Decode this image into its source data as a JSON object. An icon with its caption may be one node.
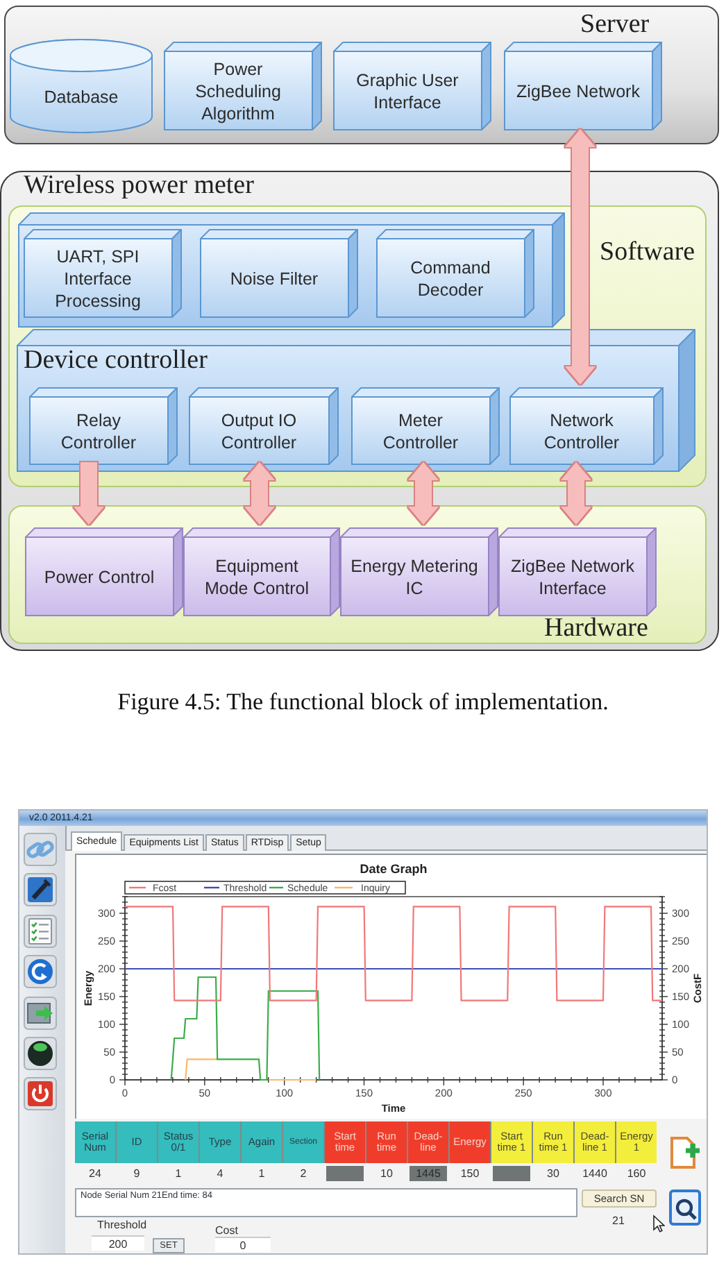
{
  "diagram": {
    "caption": "Figure 4.5: The functional block of implementation.",
    "nodes": [
      {
        "text": [
          "Server"
        ]
      },
      {
        "text": [
          "Database"
        ],
        "in": 0
      },
      {
        "text": [
          "Power Scheduling Algorithm"
        ],
        "in": 0
      },
      {
        "text": [
          "Graphic User Interface"
        ],
        "in": 0
      },
      {
        "text": [
          "ZigBee Network"
        ],
        "in": 0
      },
      {
        "text": [
          "Wireless power meter"
        ]
      },
      {
        "text": [
          "Software"
        ],
        "in": 5
      },
      {
        "text": [],
        "shape": "box",
        "in": 6
      },
      {
        "text": [
          "UART, SPI Interface Processing"
        ],
        "in": 7
      },
      {
        "text": [
          "Noise Filter"
        ],
        "in": 7
      },
      {
        "text": [
          "Command Decoder"
        ],
        "in": 7
      },
      {
        "text": [
          "Device controller"
        ],
        "in": 6
      },
      {
        "text": [
          "Relay Controller"
        ],
        "in": 11
      },
      {
        "text": [
          "Output IO Controller"
        ],
        "in": 11
      },
      {
        "text": [
          "Meter Controller"
        ],
        "in": 11
      },
      {
        "text": [
          "Network Controller"
        ],
        "in": 11
      },
      {
        "text": [
          "Hardware"
        ],
        "in": 5
      },
      {
        "text": [
          "Power Control"
        ],
        "in": 16
      },
      {
        "text": [
          "Equipment Mode Control"
        ],
        "in": 16
      },
      {
        "text": [
          "Energy Metering IC"
        ],
        "in": 16
      },
      {
        "text": [
          "ZigBee Network Interface"
        ],
        "in": 16
      }
    ],
    "edges": [
      {
        "from": 4,
        "to": 15,
        "arrow": "both"
      },
      {
        "from": 12,
        "to": 17,
        "arrow": "to"
      },
      {
        "from": 13,
        "to": 18,
        "arrow": "both"
      },
      {
        "from": 14,
        "to": 19,
        "arrow": "both"
      },
      {
        "from": 15,
        "to": 20,
        "arrow": "both"
      }
    ],
    "labels": [
      "v2.0 2011.4.21",
      "Schedule",
      "Equipments List",
      "Status",
      "RTDisp",
      "Setup",
      "300",
      "250",
      "200",
      "150",
      "100",
      "50",
      "0",
      "CostF",
      "Serial Num",
      "ID",
      "Status 0/1",
      "Type",
      "Again",
      "Section",
      "Start time",
      "Run time",
      "Dead-line",
      "Energy",
      "Start time 1",
      "Run time 1",
      "Dead-line 1",
      "Energy 1",
      "24",
      "9",
      "1",
      "4",
      "1",
      "2",
      "10",
      "1445",
      "150",
      "30",
      "1440",
      "160",
      "Node Serial Num 21End time: 84",
      "Search SN",
      "21",
      "Threshold",
      "Cost",
      "200",
      "SET",
      "0"
    ],
    "chart_data": {
      "type": "line",
      "title": "Date Graph",
      "xlabel": "Time",
      "ylabel": "Energy",
      "legend": "top-left",
      "x": [
        0,
        29,
        30,
        31,
        37,
        38,
        39,
        45,
        46,
        57,
        58,
        60,
        61,
        84,
        85,
        89,
        90,
        91,
        120,
        121,
        122,
        150,
        151,
        180,
        181,
        210,
        211,
        240,
        241,
        270,
        271,
        300,
        301,
        330,
        331,
        337
      ],
      "series": [
        {
          "name": "Fcost",
          "color": "#f07878",
          "values": [
            312,
            312,
            312,
            143,
            143,
            143,
            143,
            143,
            143,
            143,
            143,
            143,
            312,
            312,
            312,
            312,
            312,
            143,
            143,
            312,
            312,
            312,
            143,
            143,
            312,
            312,
            143,
            143,
            312,
            312,
            143,
            143,
            312,
            312,
            143,
            143
          ]
        },
        {
          "name": "Threshold",
          "color": "#3c4fb4",
          "values": [
            200,
            200,
            200,
            200,
            200,
            200,
            200,
            200,
            200,
            200,
            200,
            200,
            200,
            200,
            200,
            200,
            200,
            200,
            200,
            200,
            200,
            200,
            200,
            200,
            200,
            200,
            200,
            200,
            200,
            200,
            200,
            200,
            200,
            200,
            200,
            200
          ]
        },
        {
          "name": "Schedule",
          "color": "#3aad4a",
          "values": [
            null,
            0,
            37,
            75,
            75,
            110,
            110,
            110,
            185,
            185,
            37,
            37,
            37,
            37,
            0,
            0,
            160,
            160,
            160,
            160,
            0,
            null,
            null,
            null,
            null,
            null,
            null,
            null,
            null,
            null,
            null,
            null,
            null,
            null,
            null,
            null
          ]
        },
        {
          "name": "Inquiry",
          "color": "#f6bb64",
          "values": [
            null,
            null,
            null,
            null,
            null,
            0,
            37,
            37,
            37,
            37,
            37,
            null,
            null,
            null,
            null,
            null,
            0,
            0,
            0,
            null,
            null,
            null,
            null,
            null,
            null,
            null,
            null,
            null,
            null,
            null,
            null,
            null,
            null,
            null,
            null,
            null
          ]
        }
      ],
      "xlim": [
        0,
        337
      ],
      "ylim": [
        0,
        330
      ],
      "xticks": [
        0,
        50,
        100,
        150,
        200,
        250,
        300
      ],
      "yticks": [
        0,
        50,
        100,
        150,
        200,
        250,
        300
      ]
    }
  }
}
